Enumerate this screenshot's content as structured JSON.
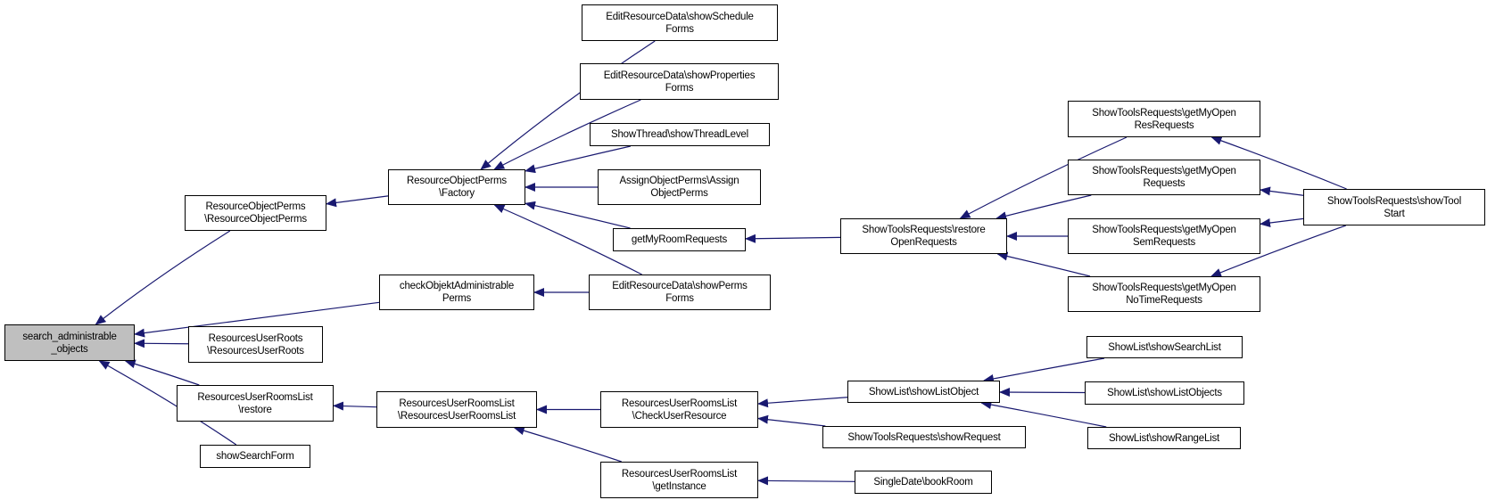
{
  "colors": {
    "edge": "#191970",
    "root_fill": "#bfbfbf",
    "node_fill": "#ffffff",
    "border": "#000000"
  },
  "nodes": [
    {
      "id": "search",
      "lines": [
        "search_administrable",
        "_objects"
      ],
      "root": true
    },
    {
      "id": "rop_rop",
      "lines": [
        "ResourceObjectPerms",
        "\\ResourceObjectPerms"
      ]
    },
    {
      "id": "check",
      "lines": [
        "checkObjektAdministrable",
        "Perms"
      ]
    },
    {
      "id": "rur",
      "lines": [
        "ResourcesUserRoots",
        "\\ResourcesUserRoots"
      ]
    },
    {
      "id": "restore",
      "lines": [
        "ResourcesUserRoomsList",
        "\\restore"
      ]
    },
    {
      "id": "ssf",
      "lines": [
        "showSearchForm"
      ]
    },
    {
      "id": "factory",
      "lines": [
        "ResourceObjectPerms",
        "\\Factory"
      ]
    },
    {
      "id": "rurl",
      "lines": [
        "ResourcesUserRoomsList",
        "\\ResourcesUserRoomsList"
      ]
    },
    {
      "id": "sched",
      "lines": [
        "EditResourceData\\showSchedule",
        "Forms"
      ]
    },
    {
      "id": "props",
      "lines": [
        "EditResourceData\\showProperties",
        "Forms"
      ]
    },
    {
      "id": "thread",
      "lines": [
        "ShowThread\\showThreadLevel"
      ]
    },
    {
      "id": "assign",
      "lines": [
        "AssignObjectPerms\\Assign",
        "ObjectPerms"
      ]
    },
    {
      "id": "gmrr",
      "lines": [
        "getMyRoomRequests"
      ]
    },
    {
      "id": "perms",
      "lines": [
        "EditResourceData\\showPerms",
        "Forms"
      ]
    },
    {
      "id": "cur",
      "lines": [
        "ResourcesUserRoomsList",
        "\\CheckUserResource"
      ]
    },
    {
      "id": "inst",
      "lines": [
        "ResourcesUserRoomsList",
        "\\getInstance"
      ]
    },
    {
      "id": "rop_open",
      "lines": [
        "ShowToolsRequests\\restore",
        "OpenRequests"
      ]
    },
    {
      "id": "slo",
      "lines": [
        "ShowList\\showListObject"
      ]
    },
    {
      "id": "sreq",
      "lines": [
        "ShowToolsRequests\\showRequest"
      ]
    },
    {
      "id": "book",
      "lines": [
        "SingleDate\\bookRoom"
      ]
    },
    {
      "id": "resreq",
      "lines": [
        "ShowToolsRequests\\getMyOpen",
        "ResRequests"
      ]
    },
    {
      "id": "req",
      "lines": [
        "ShowToolsRequests\\getMyOpen",
        "Requests"
      ]
    },
    {
      "id": "sem",
      "lines": [
        "ShowToolsRequests\\getMyOpen",
        "SemRequests"
      ]
    },
    {
      "id": "notime",
      "lines": [
        "ShowToolsRequests\\getMyOpen",
        "NoTimeRequests"
      ]
    },
    {
      "id": "search_list",
      "lines": [
        "ShowList\\showSearchList"
      ]
    },
    {
      "id": "list_objects",
      "lines": [
        "ShowList\\showListObjects"
      ]
    },
    {
      "id": "range_list",
      "lines": [
        "ShowList\\showRangeList"
      ]
    },
    {
      "id": "tool_start",
      "lines": [
        "ShowToolsRequests\\showTool",
        "Start"
      ]
    }
  ],
  "edges": [
    [
      "rop_rop",
      "search"
    ],
    [
      "check",
      "search"
    ],
    [
      "rur",
      "search"
    ],
    [
      "restore",
      "search"
    ],
    [
      "ssf",
      "search"
    ],
    [
      "factory",
      "rop_rop"
    ],
    [
      "sched",
      "factory"
    ],
    [
      "props",
      "factory"
    ],
    [
      "thread",
      "factory"
    ],
    [
      "assign",
      "factory"
    ],
    [
      "gmrr",
      "factory"
    ],
    [
      "perms",
      "factory"
    ],
    [
      "perms",
      "check"
    ],
    [
      "rurl",
      "restore"
    ],
    [
      "cur",
      "rurl"
    ],
    [
      "inst",
      "rurl"
    ],
    [
      "slo",
      "cur"
    ],
    [
      "sreq",
      "cur"
    ],
    [
      "book",
      "inst"
    ],
    [
      "search_list",
      "slo"
    ],
    [
      "list_objects",
      "slo"
    ],
    [
      "range_list",
      "slo"
    ],
    [
      "rop_open",
      "gmrr"
    ],
    [
      "resreq",
      "rop_open"
    ],
    [
      "req",
      "rop_open"
    ],
    [
      "sem",
      "rop_open"
    ],
    [
      "notime",
      "rop_open"
    ],
    [
      "tool_start",
      "resreq"
    ],
    [
      "tool_start",
      "req"
    ],
    [
      "tool_start",
      "sem"
    ],
    [
      "tool_start",
      "notime"
    ]
  ]
}
